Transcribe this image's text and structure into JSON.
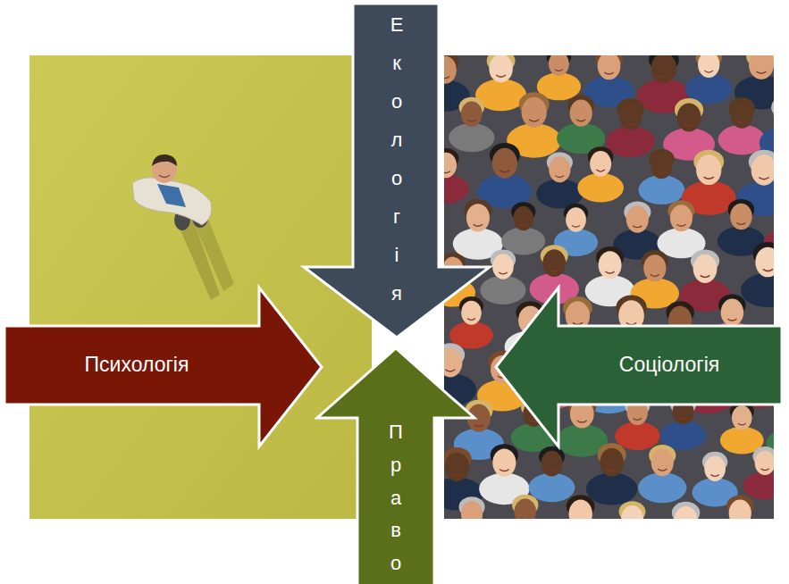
{
  "diagram": {
    "nodes": [
      {
        "text": [
          "Екологія"
        ]
      },
      {
        "text": [
          "Психологія"
        ]
      },
      {
        "text": [
          "Соціологія"
        ]
      },
      {
        "text": [
          "Право"
        ]
      }
    ]
  }
}
